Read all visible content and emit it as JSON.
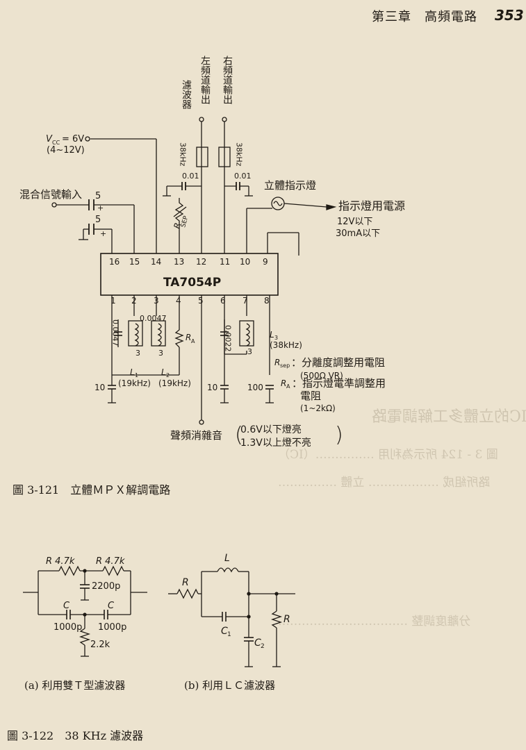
{
  "header": {
    "title": "第三章　高頻電路",
    "page_number": "353"
  },
  "fig121": {
    "caption": "圖 3-121　立體ＭＰＸ解調電路",
    "ic": "TA7054P",
    "top_pins": [
      "16",
      "15",
      "14",
      "13",
      "12",
      "11",
      "10",
      "9"
    ],
    "bottom_pins": [
      "1",
      "2",
      "3",
      "4",
      "5",
      "6",
      "7",
      "8"
    ],
    "vcc": "V",
    "vcc_sub": "CC",
    "vcc_val": "= 6V",
    "vcc_range": "(4~12V)",
    "mix_input": "混合信號輸入",
    "cap5a": "5",
    "cap5b": "5",
    "filter_label": "濾波器",
    "left_out": "左頻道輸出",
    "right_out": "右頻道輸出",
    "f38a": "38kHz",
    "f38b": "38kHz",
    "c001a": "0.01",
    "c001b": "0.01",
    "rsep_pot": "R",
    "rsep_pot_sub": "SEP",
    "stereo_lamp": "立體指示燈",
    "lamp_supply": "指示燈用電源",
    "lamp_v": "12V以下",
    "lamp_ma": "30mA以下",
    "c0047a": "0.0047",
    "c0047b": "0.0047",
    "c0022": "0.0022",
    "ra": "R",
    "ra_sub": "A",
    "l1": "L",
    "l1_sub": "1",
    "l1_freq": "(19kHz)",
    "l2": "L",
    "l2_sub": "2",
    "l2_freq": "(19kHz)",
    "l3": "L",
    "l3_sub": "3",
    "l3_freq": "(38kHz)",
    "c10a": "10",
    "c10b": "10",
    "c100": "100",
    "n3a": "3",
    "n3b": "3",
    "n3c": "3",
    "legend_rsep": "R",
    "legend_rsep_sub": "sep",
    "legend_rsep_desc": "：分離度調整用電阻",
    "legend_rsep_val": "(500Ω VR)",
    "legend_ra": "R",
    "legend_ra_sub": "A",
    "legend_ra_desc": "：指示燈電準調整用",
    "legend_ra_desc2": "電阻",
    "legend_ra_val": "(1~2kΩ)",
    "mute": "聲頻消雜音",
    "mute_a": "0.6V以下燈亮",
    "mute_b": "1.3V以上燈不亮"
  },
  "fig122": {
    "caption": "圖 3-122　38 KHz 濾波器",
    "a_caption": "(a)  利用雙Ｔ型濾波器",
    "b_caption": "(b)  利用ＬＣ濾波器",
    "r1": "R  4.7k",
    "r2": "R  4.7k",
    "c2200": "2200p",
    "c1": "C",
    "c1v": "1000p",
    "c2": "C",
    "c2v": "1000p",
    "r22": "2.2k",
    "b_r1": "R",
    "b_l": "L",
    "b_c1": "C",
    "b_c1_sub": "1",
    "b_c2": "C",
    "b_c2_sub": "2",
    "b_r2": "R"
  },
  "bleed": [
    "用IC的立體多工解調電路",
    "圖 3 - 124 所示為利用 ……………（IC）",
    "路所組成 ……………… 立體 ……………",
    "分離度調整 ……………………………"
  ]
}
